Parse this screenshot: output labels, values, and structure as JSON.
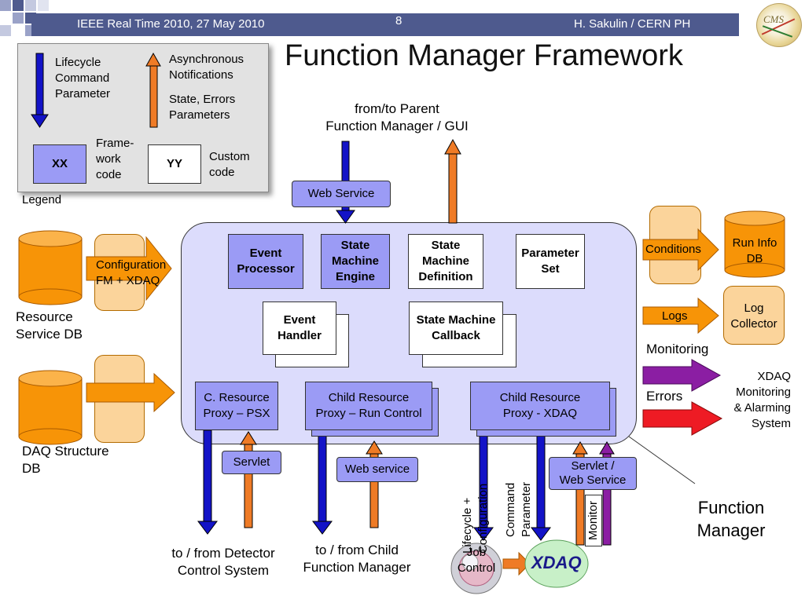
{
  "header": {
    "left": "IEEE Real Time 2010, 27 May 2010",
    "page": "8",
    "right": "H. Sakulin / CERN PH"
  },
  "logo_text": "CMS",
  "title": "Function Manager Framework",
  "legend": {
    "down_label": [
      "Lifecycle",
      "Command",
      "Parameter"
    ],
    "up_label": [
      "Asynchronous",
      "Notifications"
    ],
    "up_label2": [
      "State, Errors",
      "Parameters"
    ],
    "fw_box": "XX",
    "fw_label": [
      "Frame-",
      "work",
      "code"
    ],
    "custom_box": "YY",
    "custom_label": [
      "Custom",
      "code"
    ],
    "caption": "Legend"
  },
  "parent": [
    "from/to Parent",
    "Function Manager / GUI"
  ],
  "web_service_top": "Web Service",
  "components": {
    "event_processor": [
      "Event",
      "Processor"
    ],
    "state_machine_engine": [
      "State",
      "Machine",
      "Engine"
    ],
    "state_machine_definition": [
      "State",
      "Machine",
      "Definition"
    ],
    "parameter_set": [
      "Parameter",
      "Set"
    ],
    "event_handler": [
      "Event",
      "Handler"
    ],
    "sm_callback": [
      "State Machine",
      "Callback"
    ],
    "proxy_psx": [
      "C. Resource",
      "Proxy – PSX"
    ],
    "proxy_rc": [
      "Child Resource",
      "Proxy – Run Control"
    ],
    "proxy_xdaq": [
      "Child Resource",
      "Proxy - XDAQ"
    ]
  },
  "left_side": {
    "config": [
      "Configuration",
      "FM + XDAQ"
    ],
    "resource_db": [
      "Resource",
      "Service DB"
    ],
    "daq_db": [
      "DAQ Structure",
      "DB"
    ]
  },
  "right_side": {
    "conditions": "Conditions",
    "run_info": [
      "Run Info",
      "DB"
    ],
    "logs": "Logs",
    "log_collector": [
      "Log",
      "Collector"
    ],
    "monitoring": "Monitoring",
    "errors": "Errors",
    "xdaq_mon": [
      "XDAQ",
      "Monitoring",
      "& Alarming",
      "System"
    ]
  },
  "bottom": {
    "servlet": "Servlet",
    "web_service": "Web service",
    "servlet_ws": [
      "Servlet /",
      "Web Service"
    ],
    "dcs": [
      "to / from Detector",
      "Control System"
    ],
    "child_fm": [
      "to / from Child",
      "Function Manager"
    ],
    "lifecycle_config": [
      "Lifecycle +",
      "Configuration"
    ],
    "command_param": [
      "Command",
      "Parameter"
    ],
    "monitor": "Monitor",
    "job_control": [
      "Job",
      "Control"
    ],
    "xdaq": "XDAQ",
    "function_manager": [
      "Function",
      "Manager"
    ]
  },
  "colors": {
    "header": "#4e5a8e",
    "framework_blue": "#9b9bf5",
    "fm_background": "#dcdcfc",
    "down_arrow": "#1313c7",
    "up_arrow": "#ef7b26",
    "db_orange": "#f79407",
    "monitor_purple": "#8b1ea3",
    "error_red": "#ee1b24"
  }
}
